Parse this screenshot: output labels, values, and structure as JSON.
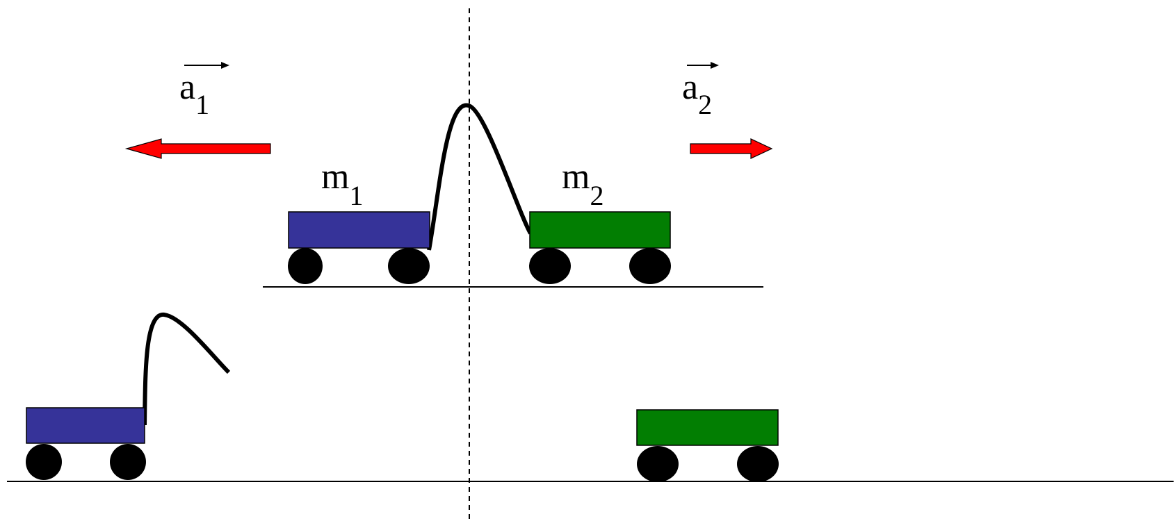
{
  "labels": {
    "a1": {
      "base": "a",
      "sub": "1"
    },
    "a2": {
      "base": "a",
      "sub": "2"
    },
    "m1": {
      "base": "m",
      "sub": "1"
    },
    "m2": {
      "base": "m",
      "sub": "2"
    }
  },
  "colors": {
    "cart_mass1": "#363399",
    "cart_mass2": "#027E02",
    "acceleration_arrow": "#FF0000",
    "wheel": "#000000",
    "line": "#000000"
  }
}
